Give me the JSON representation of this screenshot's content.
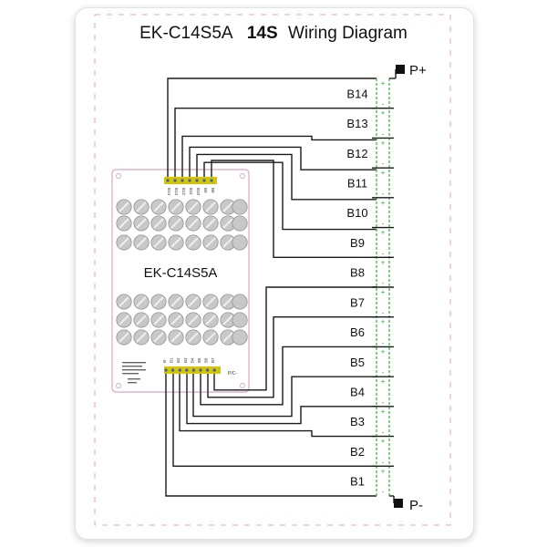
{
  "title": {
    "model": "EK-C14S5A",
    "series": "14S",
    "text": "Wiring Diagram"
  },
  "terminals": {
    "positive": "P+",
    "negative": "P-"
  },
  "board": {
    "label": "EK-C14S5A",
    "pin_labels_top": [
      "B14",
      "B13",
      "B12",
      "B11",
      "B10",
      "B9",
      "B8"
    ],
    "pin_labels_bottom": [
      "B-",
      "B1",
      "B2",
      "B3",
      "B4",
      "B5",
      "B6",
      "B7"
    ],
    "port_label": "P/C-"
  },
  "cells": [
    "B14",
    "B13",
    "B12",
    "B11",
    "B10",
    "B9",
    "B8",
    "B7",
    "B6",
    "B5",
    "B4",
    "B3",
    "B2",
    "B1"
  ],
  "polarity": {
    "plus": "+",
    "minus": "-"
  },
  "colors": {
    "frame": "#e8a0c0",
    "wire": "#1a1a1a",
    "cell_rail": "#2fb52f",
    "board_outline": "#d8a8c8",
    "connector": "#d6c400",
    "terminal": "#111111"
  }
}
